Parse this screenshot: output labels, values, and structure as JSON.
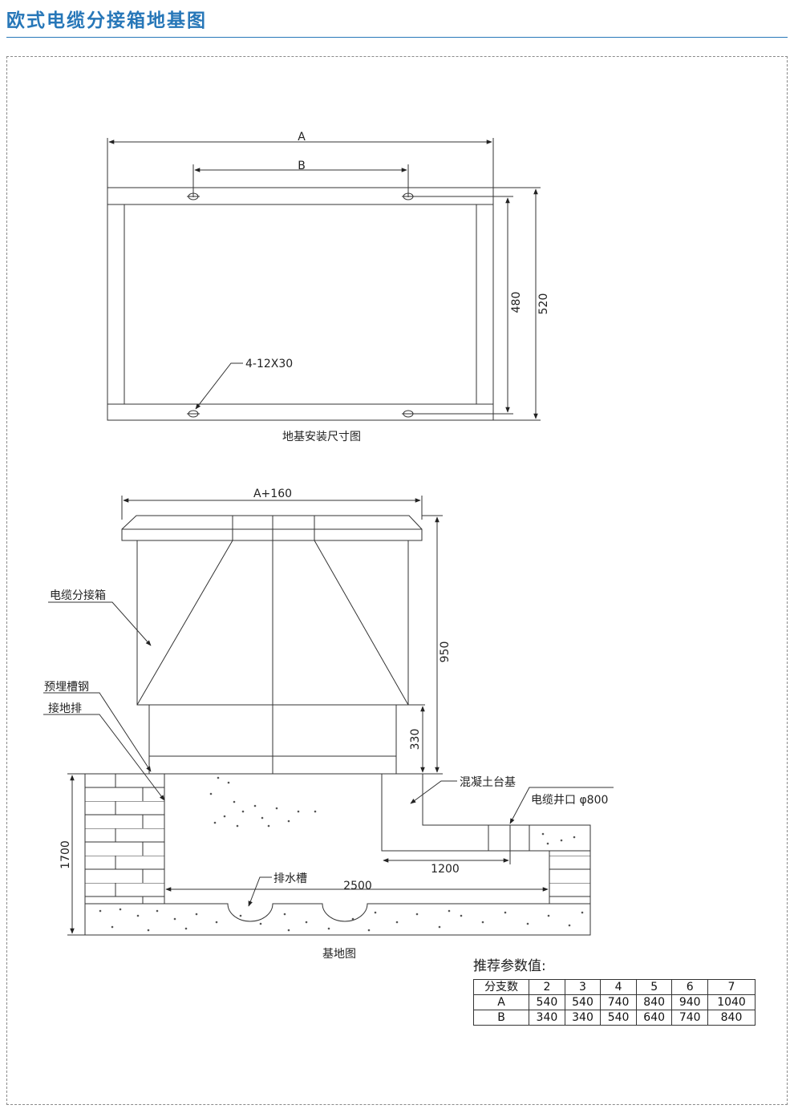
{
  "header": {
    "title": "欧式电缆分接箱地基图"
  },
  "plan_view": {
    "dim_a": "A",
    "dim_b": "B",
    "dim_480": "480",
    "dim_520": "520",
    "hole_label": "4-12X30",
    "caption": "地基安装尺寸图"
  },
  "section_view": {
    "dim_top": "A+160",
    "label_box": "电缆分接箱",
    "label_channel": "预埋槽钢",
    "label_ground": "接地排",
    "dim_950": "950",
    "dim_330": "330",
    "label_concrete": "混凝土台基",
    "label_cable_well": "电缆井口 φ800",
    "dim_1700": "1700",
    "dim_1200": "1200",
    "label_drain": "排水槽",
    "dim_2500": "2500",
    "caption": "基地图"
  },
  "params": {
    "title": "推荐参数值:",
    "header": [
      "分支数",
      "2",
      "3",
      "4",
      "5",
      "6",
      "7"
    ],
    "rows": [
      [
        "A",
        "540",
        "540",
        "740",
        "840",
        "940",
        "1040"
      ],
      [
        "B",
        "340",
        "340",
        "540",
        "640",
        "740",
        "840"
      ]
    ]
  }
}
